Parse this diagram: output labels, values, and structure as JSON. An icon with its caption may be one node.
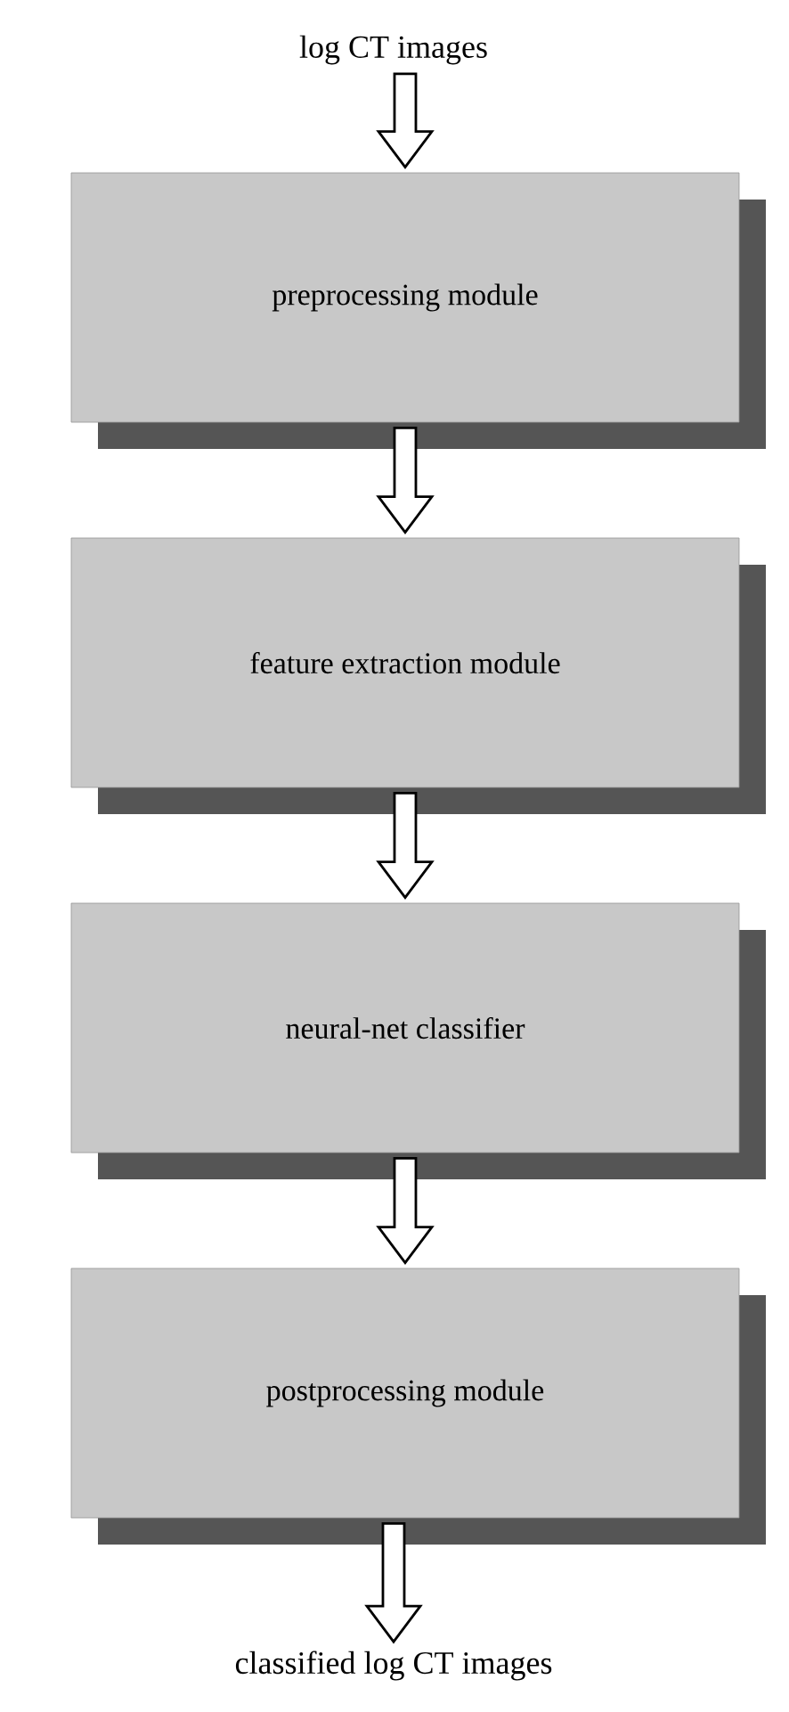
{
  "diagram": {
    "nodes": [
      {
        "text": [
          "log CT images"
        ]
      },
      {
        "text": [
          "preprocessing module"
        ]
      },
      {
        "text": [
          "feature extraction module"
        ]
      },
      {
        "text": [
          "neural-net classifier"
        ]
      },
      {
        "text": [
          "postprocessing module"
        ]
      },
      {
        "text": [
          "classified log CT images"
        ]
      }
    ],
    "edges": [
      {
        "from": 0,
        "to": 1,
        "arrow": "to"
      },
      {
        "from": 1,
        "to": 2,
        "arrow": "to"
      },
      {
        "from": 2,
        "to": 3,
        "arrow": "to"
      },
      {
        "from": 3,
        "to": 4,
        "arrow": "to"
      },
      {
        "from": 4,
        "to": 5,
        "arrow": "to"
      }
    ]
  }
}
